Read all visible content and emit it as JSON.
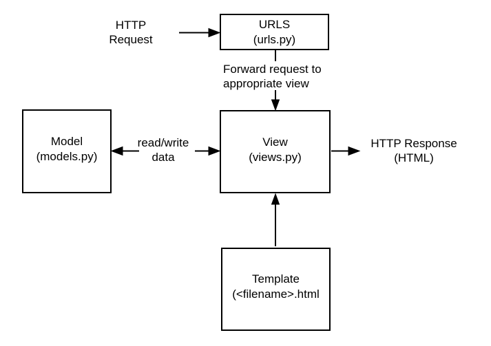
{
  "diagram": {
    "colors": {
      "background": "#ffffff",
      "stroke": "#000000",
      "text": "#000000"
    },
    "nodes": {
      "urls": {
        "title": "URLS",
        "subtitle": "(urls.py)"
      },
      "model": {
        "title": "Model",
        "subtitle": "(models.py)"
      },
      "view": {
        "title": "View",
        "subtitle": "(views.py)"
      },
      "template": {
        "title": "Template",
        "subtitle": "(<filename>.html"
      }
    },
    "edge_labels": {
      "http_request": {
        "line1": "HTTP",
        "line2": "Request"
      },
      "forward_request": {
        "line1": "Forward request to",
        "line2": "appropriate view"
      },
      "read_write": {
        "line1": "read/write",
        "line2": "data"
      },
      "http_response": {
        "line1": "HTTP Response",
        "line2": "(HTML)"
      }
    }
  }
}
